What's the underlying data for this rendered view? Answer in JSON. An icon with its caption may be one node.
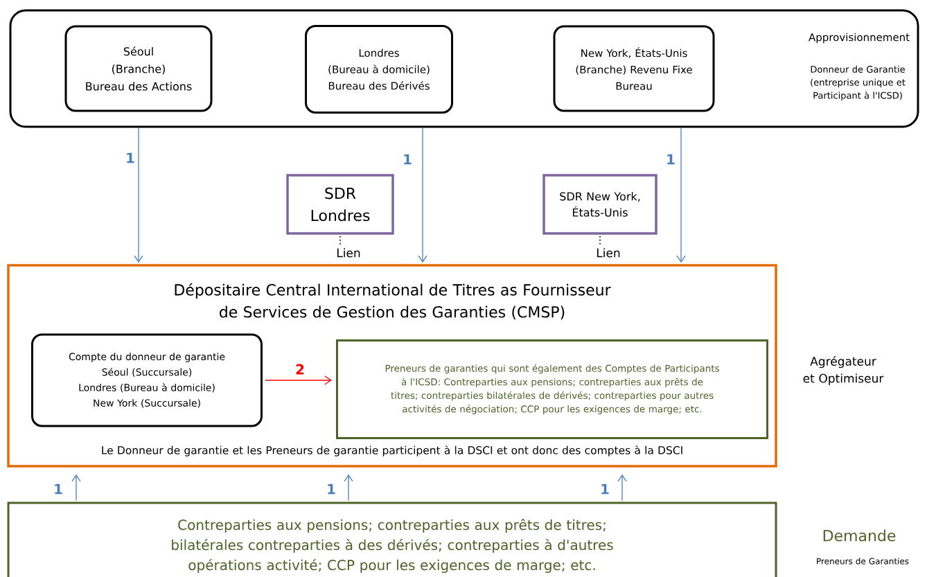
{
  "diagram": {
    "nodes": [
      {
        "text": [],
        "shape": "box"
      },
      {
        "text": [
          "Séoul",
          "(Branche)",
          "Bureau des Actions"
        ],
        "in": 0
      },
      {
        "text": [
          "Londres",
          "(Bureau à domicile)",
          "Bureau des Dérivés"
        ],
        "in": 0
      },
      {
        "text": [
          "New York, États-Unis",
          "(Branche) Revenu Fixe",
          "Bureau"
        ],
        "in": 0
      },
      {
        "text": [
          "SDR Londres"
        ],
        "beside": [
          "Lien"
        ]
      },
      {
        "text": [
          "SDR New York, États-Unis"
        ],
        "beside": [
          "Lien"
        ]
      },
      {
        "text": [
          "Dépositaire Central International de Titres as Fournisseur de Services de Gestion des Garanties (CMSP)",
          "Le Donneur de garantie et les Preneurs de garantie participent à la DSCI et ont donc des comptes à la DSCI"
        ]
      },
      {
        "text": [
          "Compte du donneur de garantie",
          "Séoul (Succursale)",
          "Londres (Bureau à domicile)",
          "New York (Succursale)"
        ],
        "in": 6
      },
      {
        "text": [
          "Preneurs de garanties qui sont également des Comptes de Participants à l'ICSD: Contreparties aux pensions; contreparties aux prêts de titres; contreparties bilatérales de dérivés; contreparties pour autres activités de négociation; CCP pour les exigences de marge; etc."
        ],
        "in": 6
      },
      {
        "text": [
          "Contreparties aux pensions; contreparties aux prêts de titres; bilatérales contreparties à des dérivés; contreparties à d'autres opérations activité; CCP pour les exigences de marge; etc."
        ]
      }
    ],
    "edges": [
      {
        "from": 1,
        "to": 6,
        "arrow": "to",
        "label": "1"
      },
      {
        "from": 2,
        "to": 6,
        "arrow": "to",
        "label": "1"
      },
      {
        "from": 3,
        "to": 6,
        "arrow": "to",
        "label": "1"
      },
      {
        "from": 7,
        "to": 8,
        "arrow": "to",
        "label": "2",
        "color": "#ff0000"
      },
      {
        "from": 9,
        "to": 6,
        "arrow": "to",
        "label": "1"
      },
      {
        "from": 9,
        "to": 6,
        "arrow": "to",
        "label": "1"
      },
      {
        "from": 9,
        "to": 6,
        "arrow": "to",
        "label": "1"
      }
    ],
    "labels": [
      "Approvisionnement",
      "Donneur de Garantie (entreprise unique et Participant à l'ICSD)",
      "Agrégateur et Optimiseur",
      "Demande",
      "Preneurs de Garanties"
    ]
  }
}
